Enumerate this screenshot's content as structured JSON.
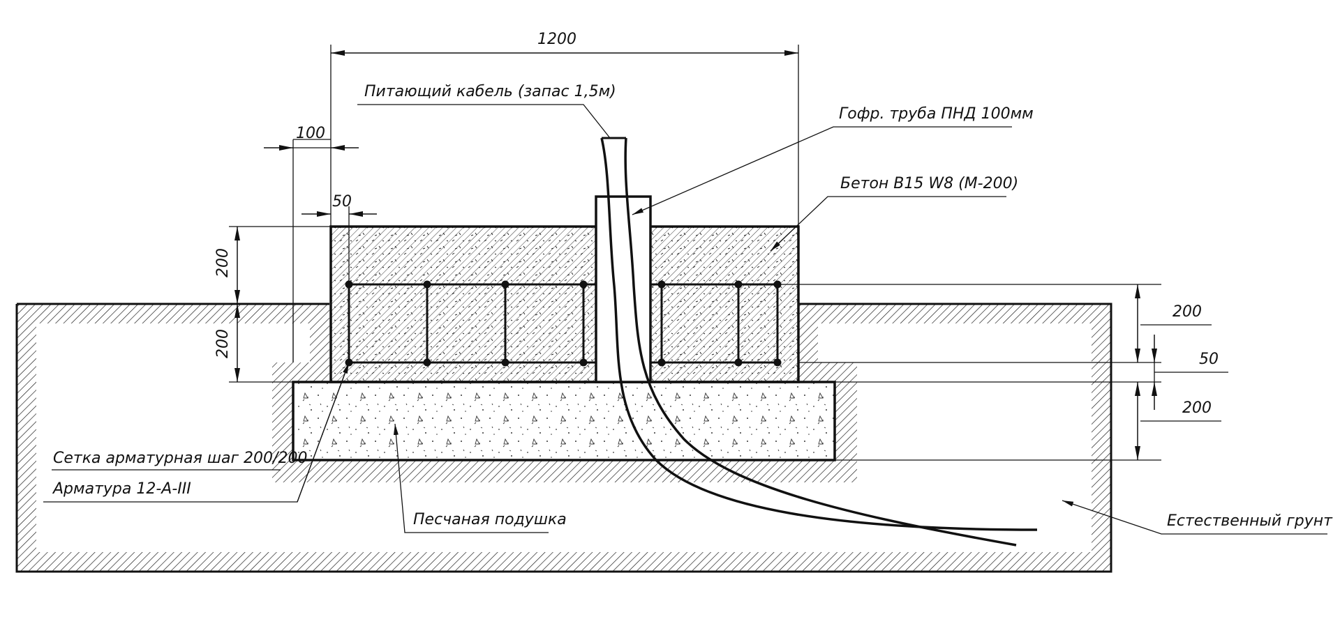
{
  "dimensions": {
    "width_1200": "1200",
    "offset_100": "100",
    "cover_50": "50",
    "left_height_upper_200": "200",
    "left_height_lower_200": "200",
    "right_200_top": "200",
    "right_50": "50",
    "right_200_bottom": "200"
  },
  "labels": {
    "cable": "Питающий кабель (запас 1,5м)",
    "pipe": "Гофр. труба ПНД 100мм",
    "concrete": "Бетон В15 W8 (М-200)",
    "mesh": "Сетка арматурная шаг 200/200",
    "rebar": "Арматура 12-А-III",
    "sand": "Песчаная подушка",
    "soil": "Естественный грунт"
  },
  "colors": {
    "ink": "#111111",
    "background": "#ffffff"
  }
}
